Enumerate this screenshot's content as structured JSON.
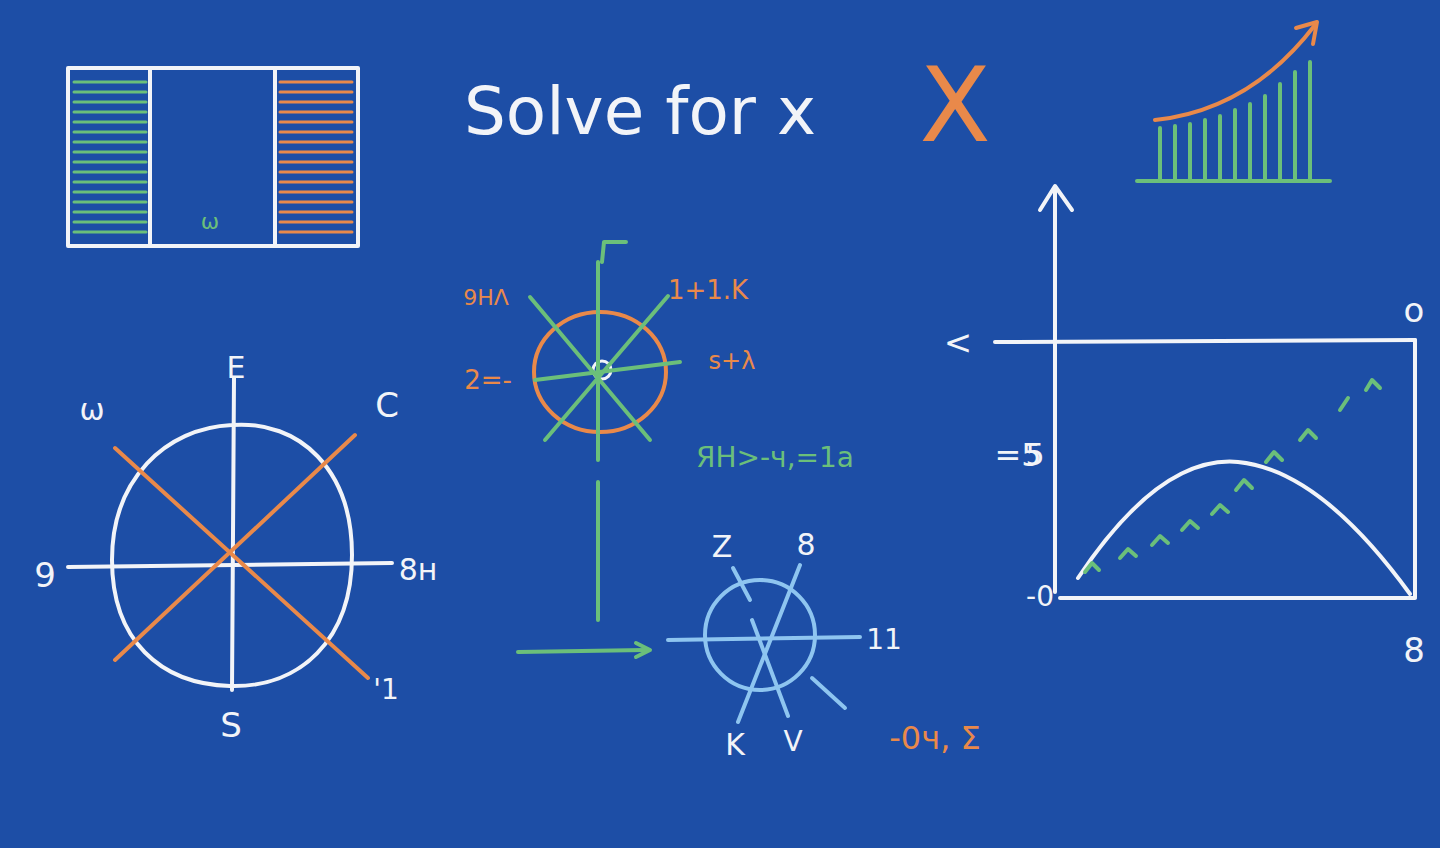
{
  "diagram": {
    "title": "Solve for x",
    "labels": [
      "X",
      "ω",
      "E",
      "ω",
      "C",
      "9",
      "8н",
      "S",
      "'1",
      "9HΛ",
      "1+1.K",
      "2=-",
      "s+λ",
      "ЯH>-ч,=1a",
      "=5",
      "Z",
      "8",
      "11",
      "K",
      "V",
      "-0ч, Σ",
      "<",
      "o",
      "5",
      "-0",
      "8"
    ]
  }
}
